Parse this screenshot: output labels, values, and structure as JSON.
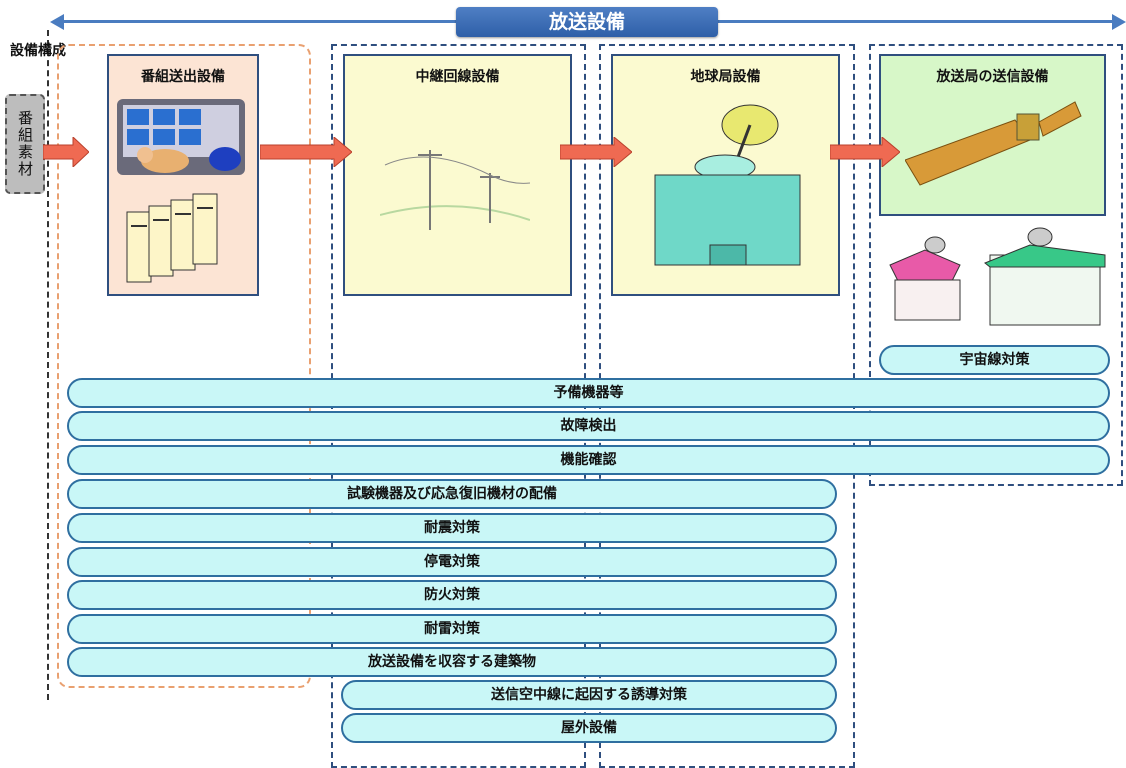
{
  "title": "放送設備",
  "left_label": "設備構成",
  "source_label": "番組素材",
  "stages": [
    {
      "label": "番組送出設備",
      "color": "#fce4d4"
    },
    {
      "label": "中継回線設備",
      "color": "#fbfad0"
    },
    {
      "label": "地球局設備",
      "color": "#fbfad0"
    },
    {
      "label": "放送局の送信設備",
      "color": "#d7f7c8"
    }
  ],
  "countermeasures": [
    "宇宙線対策",
    "予備機器等",
    "故障検出",
    "機能確認",
    "試験機器及び応急復旧機材の配備",
    "耐震対策",
    "停電対策",
    "防火対策",
    "耐雷対策",
    "放送設備を収容する建築物",
    "送信空中線に起因する誘導対策",
    "屋外設備"
  ],
  "colors": {
    "accent": "#4a7cc0",
    "pill_fill": "#c9f7f7",
    "arrow": "#ef6a52"
  }
}
